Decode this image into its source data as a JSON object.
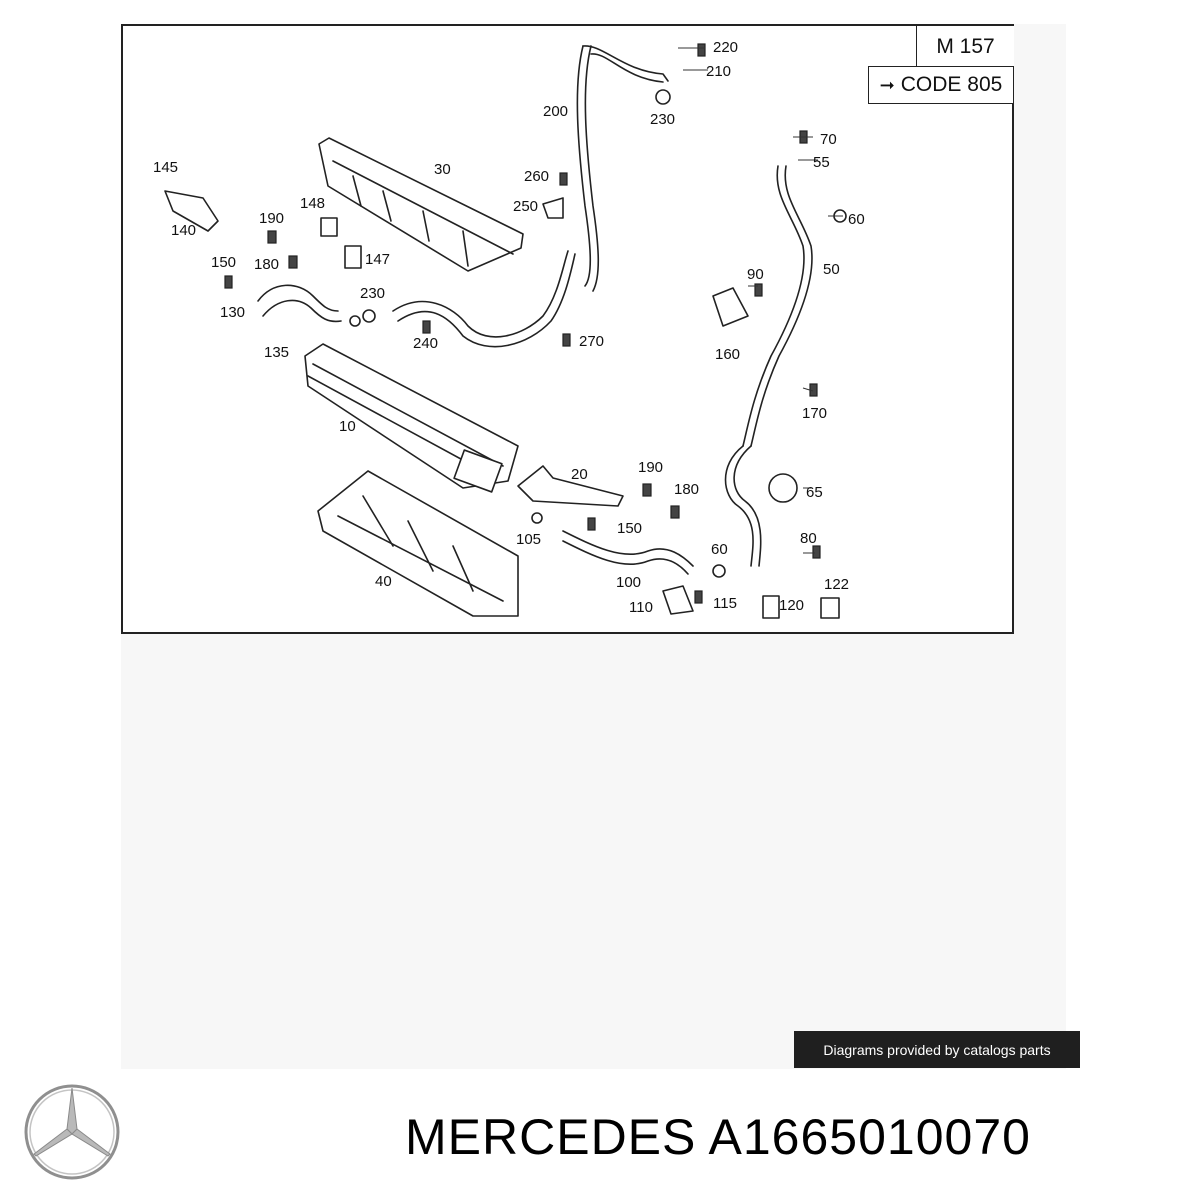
{
  "diagram": {
    "model_code": "M 157",
    "option_code": "CODE 805",
    "option_arrow_icon": "arrow-right-icon",
    "part_labels": {
      "p10": "10",
      "p20": "20",
      "p30": "30",
      "p40": "40",
      "p50": "50",
      "p55": "55",
      "p60a": "60",
      "p60b": "60",
      "p65": "65",
      "p70": "70",
      "p80": "80",
      "p90": "90",
      "p100": "100",
      "p105": "105",
      "p110": "110",
      "p115": "115",
      "p120": "120",
      "p122": "122",
      "p130": "130",
      "p135": "135",
      "p140": "140",
      "p145": "145",
      "p147": "147",
      "p148": "148",
      "p150a": "150",
      "p150b": "150",
      "p160": "160",
      "p170": "170",
      "p180a": "180",
      "p180b": "180",
      "p190a": "190",
      "p190b": "190",
      "p200": "200",
      "p210": "210",
      "p220": "220",
      "p230a": "230",
      "p230b": "230",
      "p240": "240",
      "p250": "250",
      "p260": "260",
      "p270": "270"
    }
  },
  "credit": "Diagrams provided by catalogs parts",
  "brand_logo": "mercedes-star-logo",
  "product_title": "MERCEDES A1665010070"
}
